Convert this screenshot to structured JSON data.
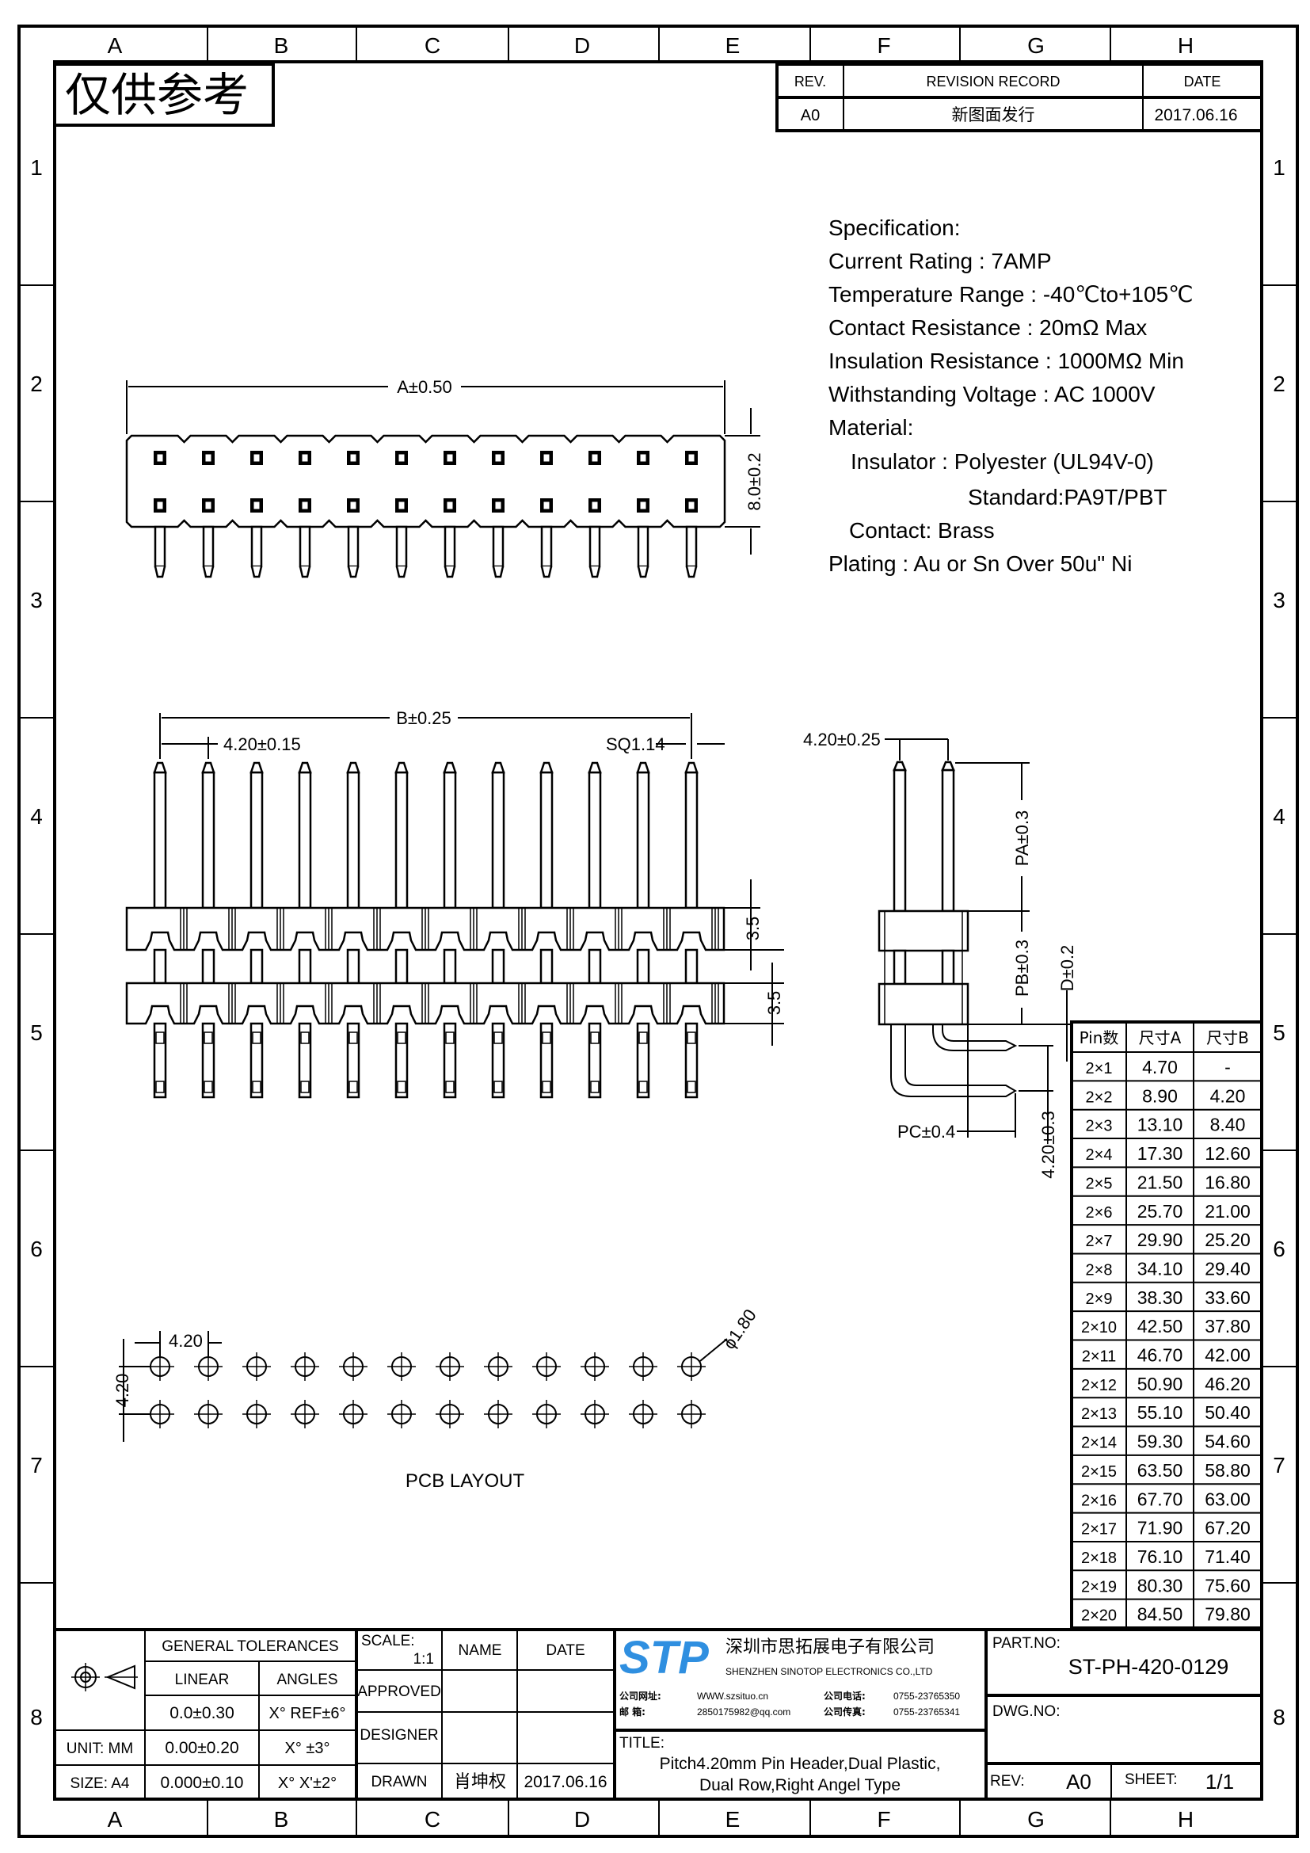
{
  "grid": {
    "columns": [
      "A",
      "B",
      "C",
      "D",
      "E",
      "F",
      "G",
      "H"
    ],
    "rows": [
      "1",
      "2",
      "3",
      "4",
      "5",
      "6",
      "7",
      "8"
    ]
  },
  "stamp": "仅供参考",
  "revision": {
    "header_rev": "REV.",
    "header_record": "REVISION RECORD",
    "header_date": "DATE",
    "rev": "A0",
    "record": "新图面发行",
    "date": "2017.06.16"
  },
  "spec": {
    "title": "Specification:",
    "current": "Current Rating : 7AMP",
    "temperature": "Temperature Range : -40℃to+105℃",
    "contact_res": "Contact Resistance : 20mΩ Max",
    "insulation_res": "Insulation Resistance : 1000MΩ Min",
    "voltage": "Withstanding Voltage : AC 1000V",
    "material": "Material:",
    "insulator": "Insulator : Polyester (UL94V-0)",
    "standard": "Standard:PA9T/PBT",
    "contact": "Contact: Brass",
    "plating": "Plating : Au or Sn Over 50u\" Ni"
  },
  "dims": {
    "a": "A±0.50",
    "height": "8.0±0.2",
    "b": "B±0.25",
    "pitch": "4.20±0.15",
    "sq": "SQ1.14",
    "body1": "3.5",
    "body2": "3.5",
    "side_pitch": "4.20±0.25",
    "pa": "PA±0.3",
    "pb": "PB±0.3",
    "d": "D±0.2",
    "pc": "PC±0.4",
    "row_pitch": "4.20±0.3",
    "pcb_pitch_x": "4.20",
    "pcb_pitch_y": "4.20",
    "hole": "ϕ1.80"
  },
  "pcb_label": "PCB LAYOUT",
  "pin_count_drawn": 12,
  "table": {
    "headers": [
      "Pin数",
      "尺寸A",
      "尺寸B"
    ],
    "rows": [
      [
        "2×1",
        "4.70",
        "-"
      ],
      [
        "2×2",
        "8.90",
        "4.20"
      ],
      [
        "2×3",
        "13.10",
        "8.40"
      ],
      [
        "2×4",
        "17.30",
        "12.60"
      ],
      [
        "2×5",
        "21.50",
        "16.80"
      ],
      [
        "2×6",
        "25.70",
        "21.00"
      ],
      [
        "2×7",
        "29.90",
        "25.20"
      ],
      [
        "2×8",
        "34.10",
        "29.40"
      ],
      [
        "2×9",
        "38.30",
        "33.60"
      ],
      [
        "2×10",
        "42.50",
        "37.80"
      ],
      [
        "2×11",
        "46.70",
        "42.00"
      ],
      [
        "2×12",
        "50.90",
        "46.20"
      ],
      [
        "2×13",
        "55.10",
        "50.40"
      ],
      [
        "2×14",
        "59.30",
        "54.60"
      ],
      [
        "2×15",
        "63.50",
        "58.80"
      ],
      [
        "2×16",
        "67.70",
        "63.00"
      ],
      [
        "2×17",
        "71.90",
        "67.20"
      ],
      [
        "2×18",
        "76.10",
        "71.40"
      ],
      [
        "2×19",
        "80.30",
        "75.60"
      ],
      [
        "2×20",
        "84.50",
        "79.80"
      ]
    ]
  },
  "title_block": {
    "general_tolerances": "GENERAL TOLERANCES",
    "linear": "LINEAR",
    "angles": "ANGLES",
    "lin1": "0.0±0.30",
    "ang1": "X° REF±6°",
    "unit": "UNIT: MM",
    "lin2": "0.00±0.20",
    "ang2": "X° ±3°",
    "size": "SIZE: A4",
    "lin3": "0.000±0.10",
    "ang3": "X° X'±2°",
    "scale_label": "SCALE:",
    "scale_value": "1:1",
    "name": "NAME",
    "date": "DATE",
    "approved": "APPROVED",
    "designer": "DESIGNER",
    "drawn": "DRAWN",
    "drawn_name": "肖坤权",
    "drawn_date": "2017.06.16",
    "logo": "STP",
    "company_cn": "深圳市思拓展电子有限公司",
    "company_en": "SHENZHEN SINOTOP ELECTRONICS CO.,LTD",
    "web_label": "公司网址:",
    "web": "WWW.szsituo.cn",
    "mail_label": "邮    箱:",
    "mail": "2850175982@qq.com",
    "tel_label": "公司电话:",
    "tel": "0755-23765350",
    "fax_label": "公司传真:",
    "fax": "0755-23765341",
    "title_label": "TITLE:",
    "title_line1": "Pitch4.20mm Pin Header,Dual Plastic,",
    "title_line2": "Dual Row,Right Angel Type",
    "part_no_label": "PART.NO:",
    "part_no": "ST-PH-420-0129",
    "dwg_no_label": "DWG.NO:",
    "rev_label": "REV:",
    "rev": "A0",
    "sheet_label": "SHEET:",
    "sheet": "1/1"
  },
  "colors": {
    "logo": "#2f8fe0",
    "line": "#000000"
  }
}
